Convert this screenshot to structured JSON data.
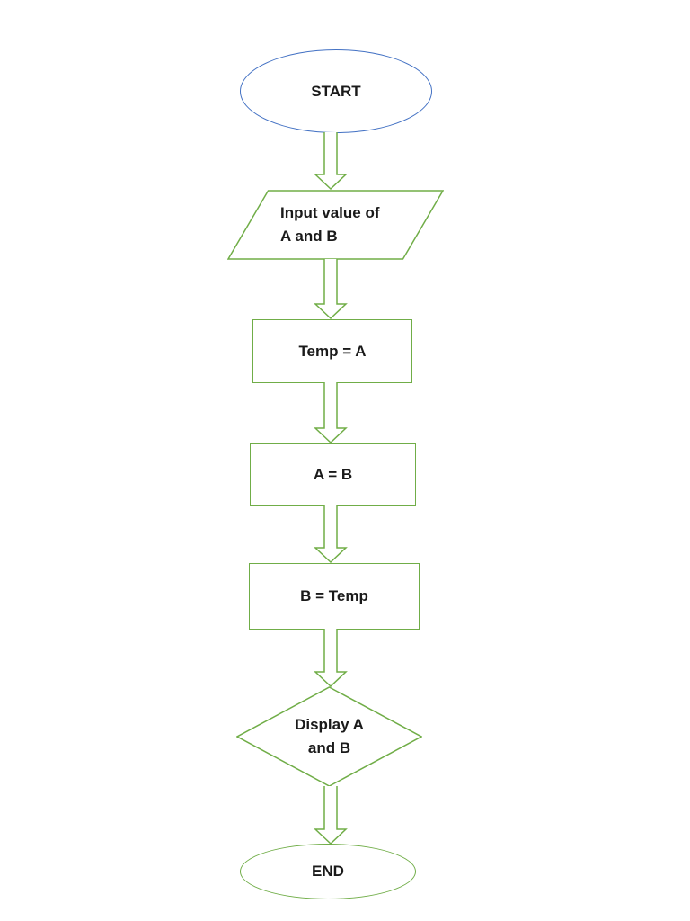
{
  "flowchart": {
    "nodes": {
      "start": {
        "label": "START",
        "shape": "ellipse"
      },
      "input": {
        "label": "Input value of\nA and B",
        "shape": "parallelogram"
      },
      "temp_a": {
        "label": "Temp = A",
        "shape": "rectangle"
      },
      "a_b": {
        "label": "A = B",
        "shape": "rectangle"
      },
      "b_temp": {
        "label": "B = Temp",
        "shape": "rectangle"
      },
      "display": {
        "label": "Display A\nand B",
        "shape": "diamond"
      },
      "end": {
        "label": "END",
        "shape": "ellipse"
      }
    },
    "colors": {
      "start_outline": "#4472C4",
      "flow_outline": "#70AD47",
      "text": "#1a1a1a",
      "background": "#ffffff"
    }
  }
}
